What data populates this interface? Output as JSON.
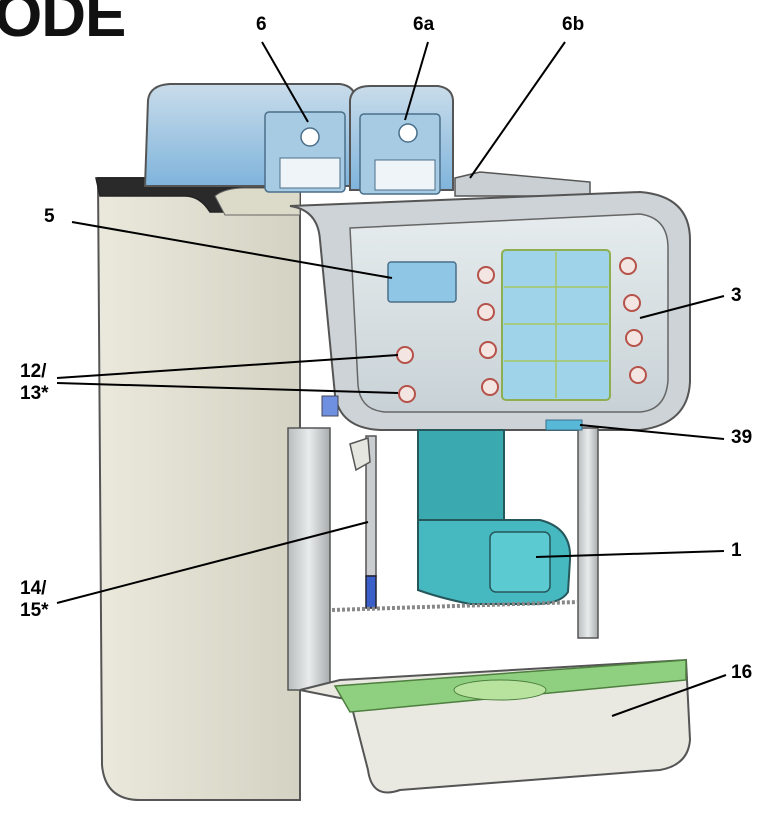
{
  "heading": "ODE",
  "callouts": {
    "c6": "6",
    "c6a": "6a",
    "c6b": "6b",
    "c5": "5",
    "c3": "3",
    "c12_line1": "12/",
    "c12_line2": "13*",
    "c39": "39",
    "c1": "1",
    "c14_line1": "14/",
    "c14_line2": "15*",
    "c16": "16"
  },
  "colors": {
    "body": "#e2e0d0",
    "panel": "#d3dce0",
    "hopper": "#8fbfe0",
    "spout": "#3aaab0",
    "tray": "#8fcf80",
    "outline": "#555555"
  }
}
